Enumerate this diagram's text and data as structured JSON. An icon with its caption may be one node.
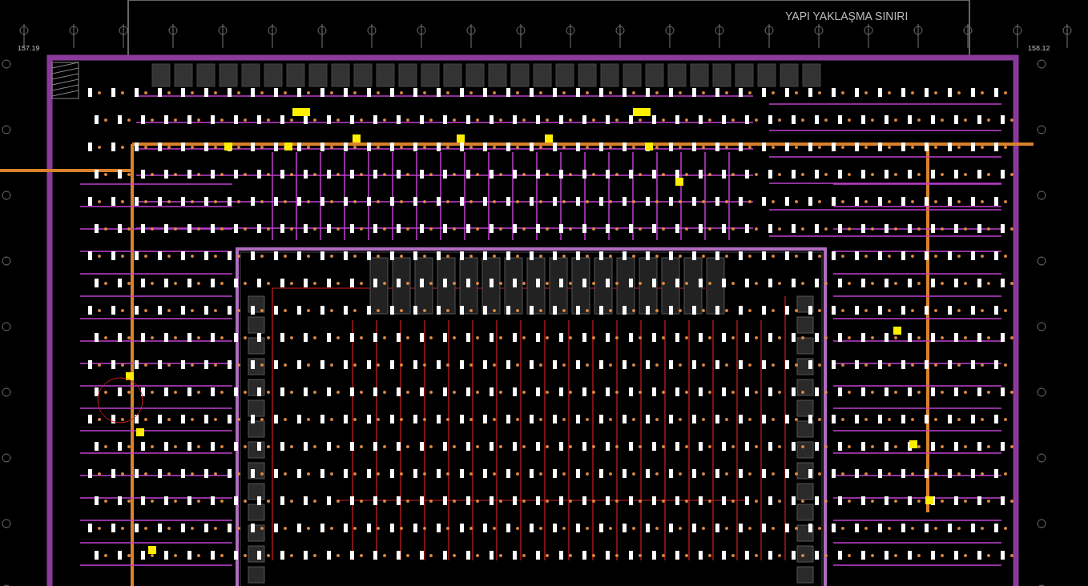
{
  "diagram": {
    "labels": [
      "YAPI YAKLAŞMA SINIRI",
      "157.19",
      "158.12"
    ]
  }
}
